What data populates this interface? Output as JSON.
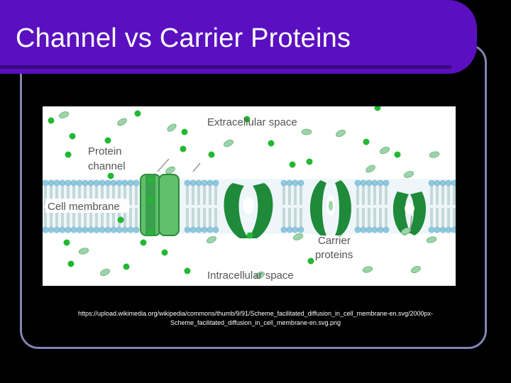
{
  "slide": {
    "title": "Channel vs Carrier Proteins",
    "caption_line1": "https://upload.wikimedia.org/wikipedia/commons/thumb/9/91/Scheme_facilitated_diffusion_in_cell_membrane-en.svg/2000px-",
    "caption_line2": "Scheme_facilitated_diffusion_in_cell_membrane-en.svg.png"
  },
  "diagram": {
    "extracellular_label": "Extracellular space",
    "protein_channel_line1": "Protein",
    "protein_channel_line2": "channel",
    "membrane_label": "Cell membrane",
    "carrier_line1": "Carrier",
    "carrier_line2": "proteins",
    "intracellular_label": "Intracellular space"
  },
  "colors": {
    "title_bar": "#5a10c0",
    "frame_border": "#8484b4",
    "particle_green": "#22b833",
    "particle_oval": "#9ad4a8",
    "membrane_head": "#8ec9e0",
    "protein_green": "#1f8a3a"
  }
}
